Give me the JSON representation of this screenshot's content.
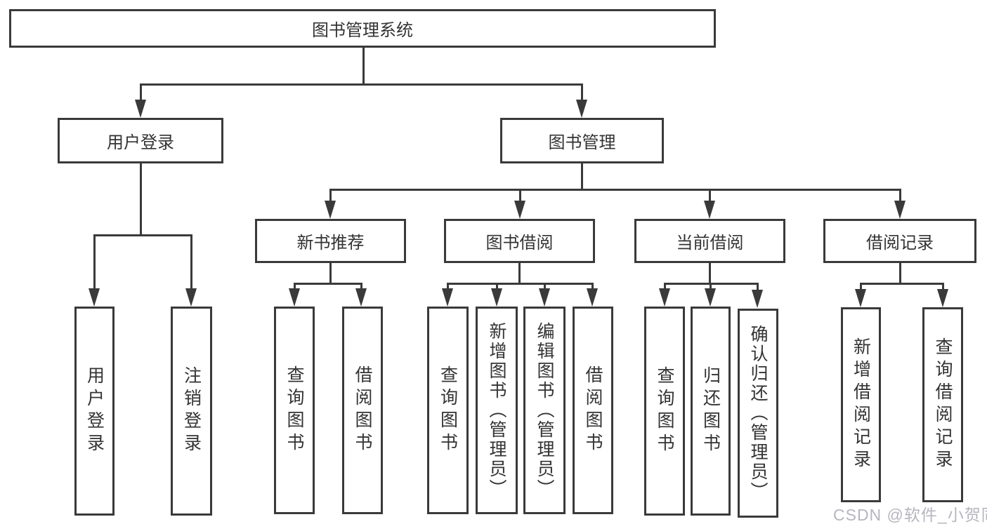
{
  "diagram_type": "hierarchy-tree",
  "colors": {
    "line": "#3a3a3a",
    "text": "#333333",
    "background": "#ffffff",
    "watermark": "#b6b6be"
  },
  "tree": {
    "label": "图书管理系统",
    "children": [
      {
        "label": "用户登录",
        "children": [
          {
            "label": "用户登录"
          },
          {
            "label": "注销登录"
          }
        ]
      },
      {
        "label": "图书管理",
        "children": [
          {
            "label": "新书推荐",
            "children": [
              {
                "label": "查询图书"
              },
              {
                "label": "借阅图书"
              }
            ]
          },
          {
            "label": "图书借阅",
            "children": [
              {
                "label": "查询图书"
              },
              {
                "label": "新增图书（管理员）"
              },
              {
                "label": "编辑图书（管理员）"
              },
              {
                "label": "借阅图书"
              }
            ]
          },
          {
            "label": "当前借阅",
            "children": [
              {
                "label": "查询图书"
              },
              {
                "label": "归还图书"
              },
              {
                "label": "确认归还（管理员）"
              }
            ]
          },
          {
            "label": "借阅记录",
            "children": [
              {
                "label": "新增借阅记录"
              },
              {
                "label": "查询借阅记录"
              }
            ]
          }
        ]
      }
    ]
  },
  "watermark": {
    "text": "CSDN @软件_小贺同学"
  }
}
